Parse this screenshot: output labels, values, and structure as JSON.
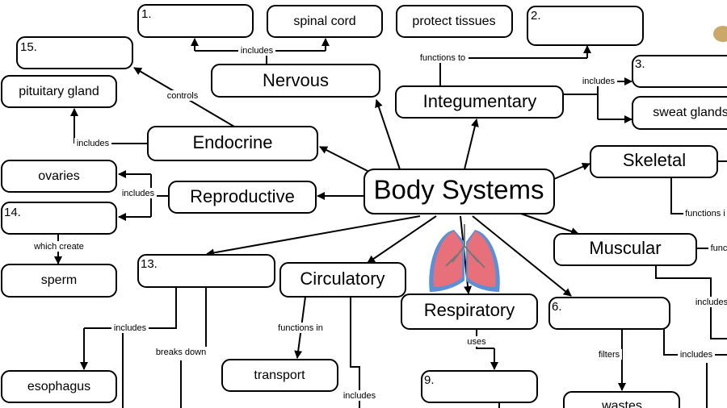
{
  "diagram": {
    "center": "Body Systems",
    "nodes": {
      "n1": "1.",
      "spinal_cord": "spinal cord",
      "protect_tissues": "protect tissues",
      "n2": "2.",
      "n15": "15.",
      "nervous": "Nervous",
      "n3": "3.",
      "pituitary": "pituitary gland",
      "integumentary": "Integumentary",
      "sweat_glands": "sweat glands",
      "endocrine": "Endocrine",
      "skeletal": "Skeletal",
      "ovaries": "ovaries",
      "reproductive": "Reproductive",
      "n14": "14.",
      "sperm": "sperm",
      "n13": "13.",
      "circulatory": "Circulatory",
      "muscular": "Muscular",
      "respiratory": "Respiratory",
      "n6": "6.",
      "esophagus": "esophagus",
      "transport": "transport",
      "n9": "9.",
      "wastes": "wastes"
    },
    "links": {
      "nervous_includes": "includes",
      "integ_functions": "functions to",
      "integ_includes": "includes",
      "controls": "controls",
      "endo_includes": "includes",
      "repro_includes": "includes",
      "which_create": "which create",
      "skeletal_functions": "functions i",
      "muscular_func": "func",
      "muscular_includes": "includes",
      "n13_includes": "includes",
      "breaks_down": "breaks down",
      "circ_functions": "functions in",
      "circ_includes": "includes",
      "uses": "uses",
      "filters": "filters",
      "n6_includes": "includes"
    },
    "colors": {
      "lung": "#e8707a",
      "lung_edge": "#5b8fd6"
    }
  }
}
